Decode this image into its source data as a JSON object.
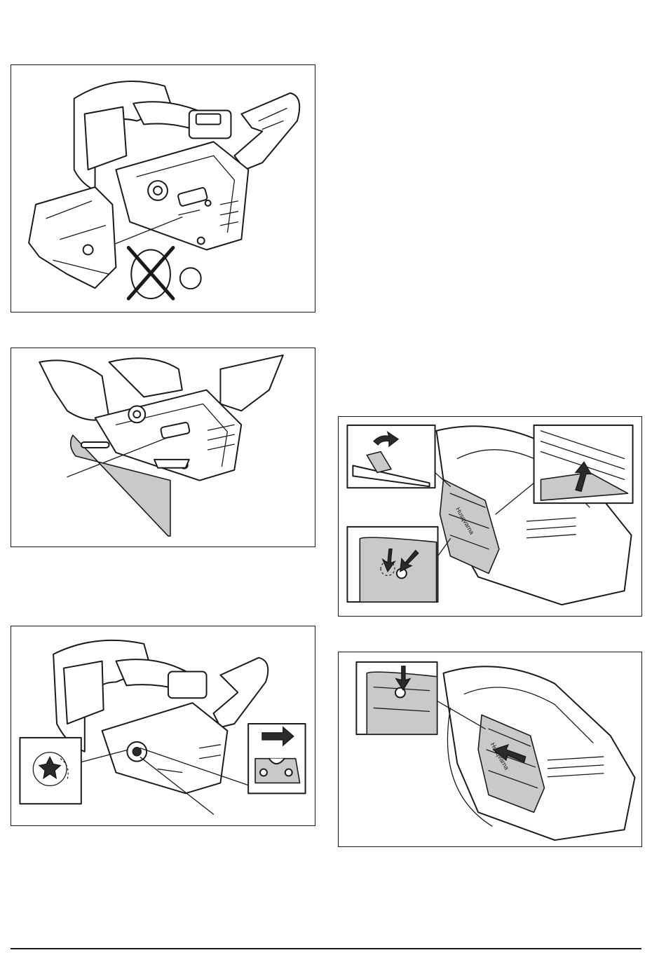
{
  "page": {
    "figures": [
      {
        "id": "fig-remove-clutch-cover"
      },
      {
        "id": "fig-fit-guide-bar"
      },
      {
        "id": "fig-fit-chain-on-sprocket"
      },
      {
        "id": "fig-remove-air-filter-cover"
      },
      {
        "id": "fig-refit-air-filter-cover"
      }
    ],
    "logo_text": "Husqvarna",
    "colors": {
      "line": "#1a1a1a",
      "fill_grey": "#c9c9c9",
      "background": "#ffffff"
    }
  }
}
